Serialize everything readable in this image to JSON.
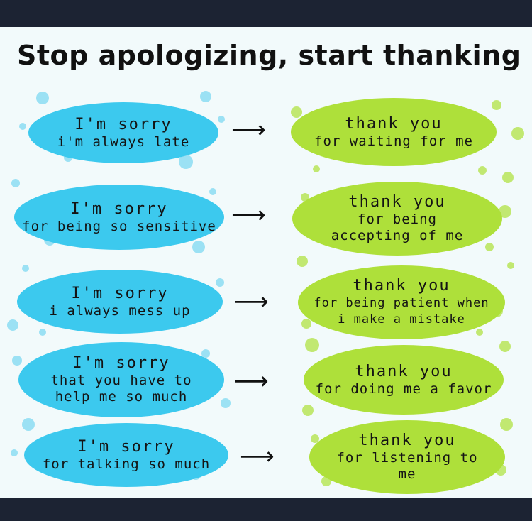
{
  "title": "Stop apologizing, start thanking",
  "arrow_glyph": "⟶",
  "colors": {
    "sorry": "#3cc9ee",
    "thanks": "#aee03a",
    "bar": "#1c2333"
  },
  "rows": [
    {
      "sorry": {
        "line1": "I'm sorry",
        "line2": "i'm always late"
      },
      "thanks": {
        "line1": "thank you",
        "line2": "for waiting for me"
      }
    },
    {
      "sorry": {
        "line1": "I'm sorry",
        "line2": "for being so sensitive"
      },
      "thanks": {
        "line1": "thank you",
        "line2": "for being accepting of me"
      }
    },
    {
      "sorry": {
        "line1": "I'm sorry",
        "line2": "i always mess up"
      },
      "thanks": {
        "line1": "thank you",
        "line2": "for being patient when i make a mistake"
      }
    },
    {
      "sorry": {
        "line1": "I'm sorry",
        "line2": "that you have to help me so much"
      },
      "thanks": {
        "line1": "thank you",
        "line2": "for doing me a favor"
      }
    },
    {
      "sorry": {
        "line1": "I'm sorry",
        "line2": "for talking so much"
      },
      "thanks": {
        "line1": "thank you",
        "line2": "for listening to me"
      }
    }
  ]
}
